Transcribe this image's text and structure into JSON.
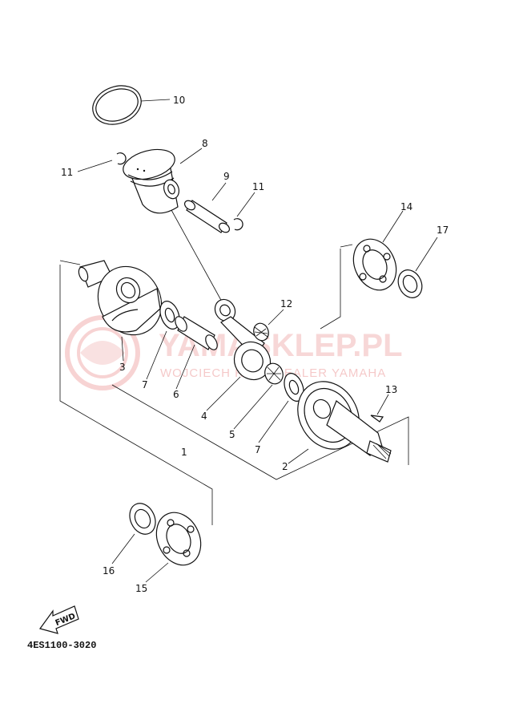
{
  "watermark": {
    "title": "YAMASKLEP.PL",
    "subtitle": "WOJCIECH RÓŻ | DEALER YAMAHA"
  },
  "parts": {
    "p1": "1",
    "p2": "2",
    "p3": "3",
    "p4": "4",
    "p5": "5",
    "p6": "6",
    "p7a": "7",
    "p7b": "7",
    "p8": "8",
    "p9": "9",
    "p10": "10",
    "p11a": "11",
    "p11b": "11",
    "p12": "12",
    "p13": "13",
    "p14": "14",
    "p15": "15",
    "p16": "16",
    "p17": "17"
  },
  "fwd_label": "FWD",
  "diagram_code": "4ES1100-3020"
}
